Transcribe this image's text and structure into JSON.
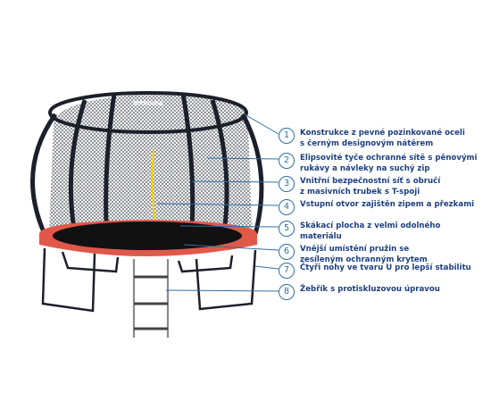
{
  "product": {
    "brand": "MARIMEX",
    "colors": {
      "frame": "#1d1f2a",
      "net": "#2a2d36",
      "mat": "#111111",
      "pad": "#e0584a",
      "zipper": "#f0d21a",
      "callout": "#2e6fa3",
      "text": "#1d3f80"
    }
  },
  "callouts": [
    {
      "number": "1",
      "lines": [
        "Konstrukce z pevné pozinkované oceli",
        "s černým designovým nátěrem"
      ]
    },
    {
      "number": "2",
      "lines": [
        "Elipsovité tyče ochranné sítě s pěnovými",
        "rukávy a návleky na suchý zip"
      ]
    },
    {
      "number": "3",
      "lines": [
        "Vnitřní bezpečnostní síť s obručí",
        "z masivních trubek s T-spoji"
      ]
    },
    {
      "number": "4",
      "lines": [
        "Vstupní otvor zajištěn zipem a přezkami"
      ]
    },
    {
      "number": "5",
      "lines": [
        "Skákací plocha z velmi odolného materiálu"
      ]
    },
    {
      "number": "6",
      "lines": [
        "Vnější umístění pružin se",
        "zesíleným  ochranným krytem"
      ]
    },
    {
      "number": "7",
      "lines": [
        "Čtyři nohy ve tvaru U pro lepší stabilitu"
      ]
    },
    {
      "number": "8",
      "lines": [
        "Žebřík s protiskluzovou úpravou"
      ]
    }
  ]
}
